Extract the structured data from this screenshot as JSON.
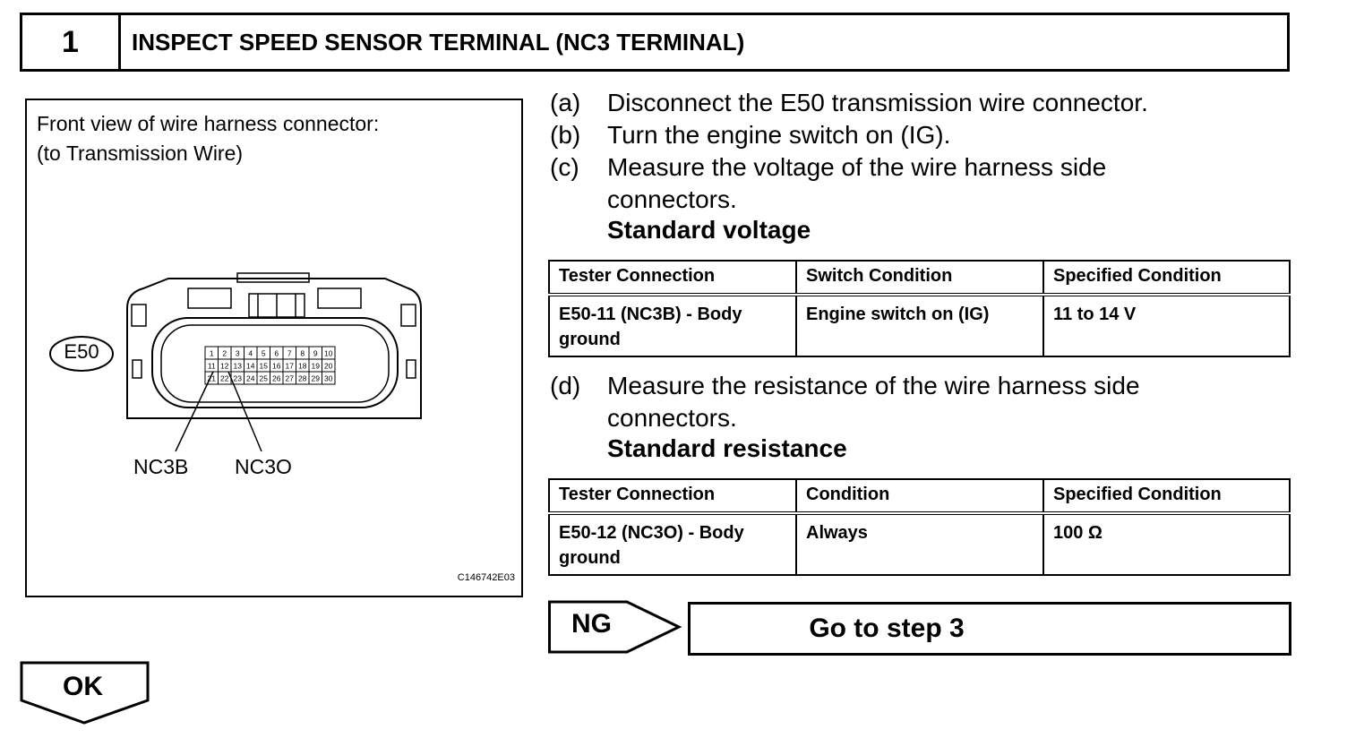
{
  "step": {
    "number": "1",
    "title": "INSPECT SPEED SENSOR TERMINAL (NC3 TERMINAL)"
  },
  "diagram": {
    "caption_line1": "Front view of wire harness connector:",
    "caption_line2": "(to Transmission Wire)",
    "connector_id": "E50",
    "pins_row1": [
      "1",
      "2",
      "3",
      "4",
      "5",
      "6",
      "7",
      "8",
      "9",
      "10"
    ],
    "pins_row2": [
      "11",
      "12",
      "13",
      "14",
      "15",
      "16",
      "17",
      "18",
      "19",
      "20"
    ],
    "pins_row3": [
      "21",
      "22",
      "23",
      "24",
      "25",
      "26",
      "27",
      "28",
      "29",
      "30"
    ],
    "label_nc3b": "NC3B",
    "label_nc3o": "NC3O",
    "figure_code": "C146742E03"
  },
  "procedure": {
    "a_letter": "(a)",
    "a_text": "Disconnect the E50 transmission wire connector.",
    "b_letter": "(b)",
    "b_text": "Turn the engine switch on (IG).",
    "c_letter": "(c)",
    "c_text_line1": "Measure the voltage of the wire harness side",
    "c_text_line2": "connectors.",
    "c_subhead": "Standard voltage",
    "d_letter": "(d)",
    "d_text_line1": "Measure the resistance of the wire harness side",
    "d_text_line2": "connectors.",
    "d_subhead": "Standard resistance"
  },
  "voltage_table": {
    "headers": [
      "Tester Connection",
      "Switch Condition",
      "Specified Condition"
    ],
    "row_line1": "E50-11 (NC3B) - Body",
    "row_line2": "ground",
    "switch_condition": "Engine switch on (IG)",
    "specified": "11 to 14 V"
  },
  "resistance_table": {
    "headers": [
      "Tester Connection",
      "Condition",
      "Specified Condition"
    ],
    "row_line1": "E50-12 (NC3O) - Body",
    "row_line2": "ground",
    "condition": "Always",
    "specified": "100 Ω"
  },
  "result": {
    "ng_label": "NG",
    "ng_action": "Go to step 3",
    "ok_label": "OK"
  }
}
